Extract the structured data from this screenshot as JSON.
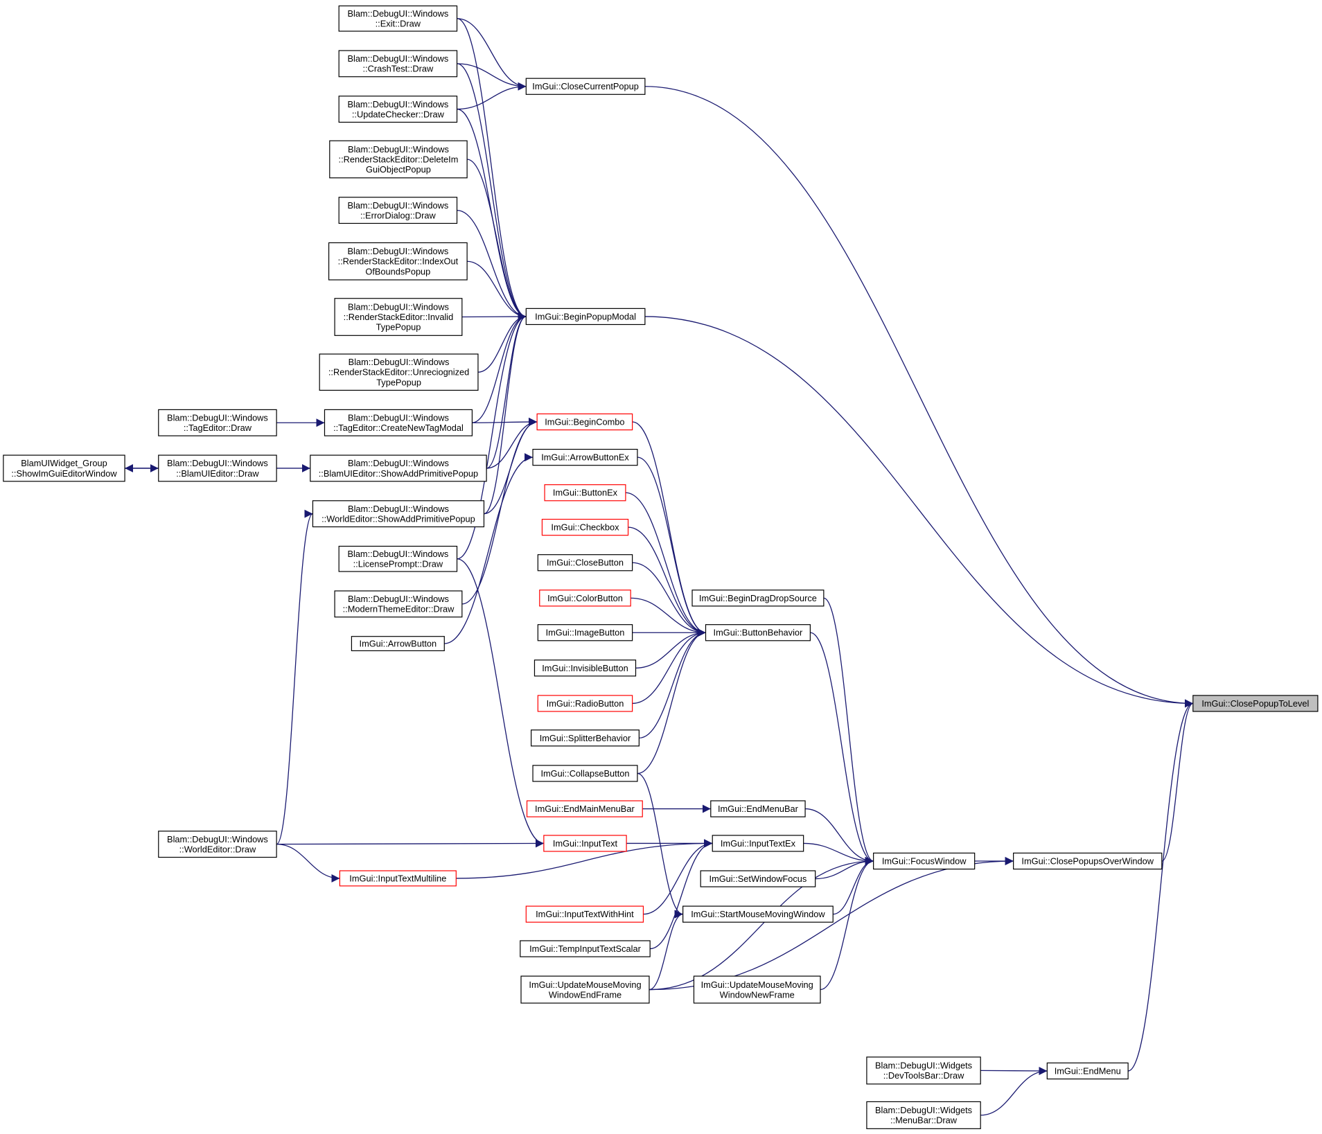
{
  "colors": {
    "edge": "#191970",
    "node_border": "#000000",
    "node_border_truncated": "#ff0000",
    "target_fill": "#bfbfbf",
    "background": "#ffffff"
  },
  "nodes": [
    {
      "id": "exit",
      "lines": [
        "Blam::DebugUI::Windows",
        "::Exit::Draw"
      ],
      "interactable": true
    },
    {
      "id": "crashtest",
      "lines": [
        "Blam::DebugUI::Windows",
        "::CrashTest::Draw"
      ],
      "interactable": true
    },
    {
      "id": "updatechecker",
      "lines": [
        "Blam::DebugUI::Windows",
        "::UpdateChecker::Draw"
      ],
      "interactable": true
    },
    {
      "id": "deleteimgui",
      "lines": [
        "Blam::DebugUI::Windows",
        "::RenderStackEditor::DeleteIm",
        "GuiObjectPopup"
      ],
      "interactable": true
    },
    {
      "id": "errordialog",
      "lines": [
        "Blam::DebugUI::Windows",
        "::ErrorDialog::Draw"
      ],
      "interactable": true
    },
    {
      "id": "indexout",
      "lines": [
        "Blam::DebugUI::Windows",
        "::RenderStackEditor::IndexOut",
        "OfBoundsPopup"
      ],
      "interactable": true
    },
    {
      "id": "invalidtype",
      "lines": [
        "Blam::DebugUI::Windows",
        "::RenderStackEditor::Invalid",
        "TypePopup"
      ],
      "interactable": true
    },
    {
      "id": "unrecognized",
      "lines": [
        "Blam::DebugUI::Windows",
        "::RenderStackEditor::Unreciognized",
        "TypePopup"
      ],
      "interactable": true
    },
    {
      "id": "tageditor",
      "lines": [
        "Blam::DebugUI::Windows",
        "::TagEditor::Draw"
      ],
      "interactable": true
    },
    {
      "id": "createnewtag",
      "lines": [
        "Blam::DebugUI::Windows",
        "::TagEditor::CreateNewTagModal"
      ],
      "interactable": true
    },
    {
      "id": "blamuiwidget",
      "lines": [
        "BlamUIWidget_Group",
        "::ShowImGuiEditorWindow"
      ],
      "interactable": true
    },
    {
      "id": "blamuieditor",
      "lines": [
        "Blam::DebugUI::Windows",
        "::BlamUIEditor::Draw"
      ],
      "interactable": true
    },
    {
      "id": "blamuiaddprim",
      "lines": [
        "Blam::DebugUI::Windows",
        "::BlamUIEditor::ShowAddPrimitivePopup"
      ],
      "interactable": true
    },
    {
      "id": "worldaddprim",
      "lines": [
        "Blam::DebugUI::Windows",
        "::WorldEditor::ShowAddPrimitivePopup"
      ],
      "interactable": true
    },
    {
      "id": "licenseprompt",
      "lines": [
        "Blam::DebugUI::Windows",
        "::LicensePrompt::Draw"
      ],
      "interactable": true
    },
    {
      "id": "moderntheme",
      "lines": [
        "Blam::DebugUI::Windows",
        "::ModernThemeEditor::Draw"
      ],
      "interactable": true
    },
    {
      "id": "arrowbutton",
      "lines": [
        "ImGui::ArrowButton"
      ],
      "interactable": true
    },
    {
      "id": "worldeditor",
      "lines": [
        "Blam::DebugUI::Windows",
        "::WorldEditor::Draw"
      ],
      "interactable": true
    },
    {
      "id": "inputtextmultiline",
      "lines": [
        "ImGui::InputTextMultiline"
      ],
      "truncated": true,
      "interactable": true
    },
    {
      "id": "closecurrentpopup",
      "lines": [
        "ImGui::CloseCurrentPopup"
      ],
      "interactable": true
    },
    {
      "id": "beginpopupmodal",
      "lines": [
        "ImGui::BeginPopupModal"
      ],
      "interactable": true
    },
    {
      "id": "begincombo",
      "lines": [
        "ImGui::BeginCombo"
      ],
      "truncated": true,
      "interactable": true
    },
    {
      "id": "arrowbuttonex",
      "lines": [
        "ImGui::ArrowButtonEx"
      ],
      "interactable": true
    },
    {
      "id": "buttonex",
      "lines": [
        "ImGui::ButtonEx"
      ],
      "truncated": true,
      "interactable": true
    },
    {
      "id": "checkbox",
      "lines": [
        "ImGui::Checkbox"
      ],
      "truncated": true,
      "interactable": true
    },
    {
      "id": "closebutton",
      "lines": [
        "ImGui::CloseButton"
      ],
      "interactable": true
    },
    {
      "id": "colorbutton",
      "lines": [
        "ImGui::ColorButton"
      ],
      "truncated": true,
      "interactable": true
    },
    {
      "id": "imagebutton",
      "lines": [
        "ImGui::ImageButton"
      ],
      "interactable": true
    },
    {
      "id": "invisiblebutton",
      "lines": [
        "ImGui::InvisibleButton"
      ],
      "interactable": true
    },
    {
      "id": "radiobutton",
      "lines": [
        "ImGui::RadioButton"
      ],
      "truncated": true,
      "interactable": true
    },
    {
      "id": "splitterbehavior",
      "lines": [
        "ImGui::SplitterBehavior"
      ],
      "interactable": true
    },
    {
      "id": "collapsebutton",
      "lines": [
        "ImGui::CollapseButton"
      ],
      "interactable": true
    },
    {
      "id": "endmainmenubar",
      "lines": [
        "ImGui::EndMainMenuBar"
      ],
      "truncated": true,
      "interactable": true
    },
    {
      "id": "inputtext",
      "lines": [
        "ImGui::InputText"
      ],
      "truncated": true,
      "interactable": true
    },
    {
      "id": "inputtextwithhint",
      "lines": [
        "ImGui::InputTextWithHint"
      ],
      "truncated": true,
      "interactable": true
    },
    {
      "id": "tempinputtextscalar",
      "lines": [
        "ImGui::TempInputTextScalar"
      ],
      "interactable": true
    },
    {
      "id": "updatemouseend",
      "lines": [
        "ImGui::UpdateMouseMoving",
        "WindowEndFrame"
      ],
      "interactable": true
    },
    {
      "id": "begindragdrop",
      "lines": [
        "ImGui::BeginDragDropSource"
      ],
      "interactable": true
    },
    {
      "id": "buttonbehavior",
      "lines": [
        "ImGui::ButtonBehavior"
      ],
      "interactable": true
    },
    {
      "id": "endmenubar",
      "lines": [
        "ImGui::EndMenuBar"
      ],
      "interactable": true
    },
    {
      "id": "inputtextex",
      "lines": [
        "ImGui::InputTextEx"
      ],
      "interactable": true
    },
    {
      "id": "setwindowfocus",
      "lines": [
        "ImGui::SetWindowFocus"
      ],
      "interactable": true
    },
    {
      "id": "startmousemoving",
      "lines": [
        "ImGui::StartMouseMovingWindow"
      ],
      "interactable": true
    },
    {
      "id": "updatemousenew",
      "lines": [
        "ImGui::UpdateMouseMoving",
        "WindowNewFrame"
      ],
      "interactable": true
    },
    {
      "id": "focuswindow",
      "lines": [
        "ImGui::FocusWindow"
      ],
      "interactable": true
    },
    {
      "id": "closepopupsover",
      "lines": [
        "ImGui::ClosePopupsOverWindow"
      ],
      "interactable": true
    },
    {
      "id": "devtoolsbar",
      "lines": [
        "Blam::DebugUI::Widgets",
        "::DevToolsBar::Draw"
      ],
      "interactable": true
    },
    {
      "id": "menubar",
      "lines": [
        "Blam::DebugUI::Widgets",
        "::MenuBar::Draw"
      ],
      "interactable": true
    },
    {
      "id": "endmenu",
      "lines": [
        "ImGui::EndMenu"
      ],
      "interactable": true
    },
    {
      "id": "closepopuptolevel",
      "lines": [
        "ImGui::ClosePopupToLevel"
      ],
      "target": true,
      "interactable": false
    }
  ],
  "edges": [
    [
      "exit",
      "closecurrentpopup"
    ],
    [
      "exit",
      "beginpopupmodal"
    ],
    [
      "crashtest",
      "closecurrentpopup"
    ],
    [
      "crashtest",
      "beginpopupmodal"
    ],
    [
      "updatechecker",
      "closecurrentpopup"
    ],
    [
      "updatechecker",
      "beginpopupmodal"
    ],
    [
      "deleteimgui",
      "beginpopupmodal"
    ],
    [
      "errordialog",
      "beginpopupmodal"
    ],
    [
      "indexout",
      "beginpopupmodal"
    ],
    [
      "invalidtype",
      "beginpopupmodal"
    ],
    [
      "unrecognized",
      "beginpopupmodal"
    ],
    [
      "createnewtag",
      "beginpopupmodal"
    ],
    [
      "createnewtag",
      "begincombo"
    ],
    [
      "tageditor",
      "createnewtag"
    ],
    [
      "blamuiwidget",
      "blamuieditor"
    ],
    [
      "blamuieditor",
      "blamuiwidget"
    ],
    [
      "blamuieditor",
      "blamuiaddprim"
    ],
    [
      "blamuiaddprim",
      "beginpopupmodal"
    ],
    [
      "blamuiaddprim",
      "begincombo"
    ],
    [
      "worldaddprim",
      "beginpopupmodal"
    ],
    [
      "worldaddprim",
      "begincombo"
    ],
    [
      "licenseprompt",
      "beginpopupmodal"
    ],
    [
      "licenseprompt",
      "inputtext"
    ],
    [
      "moderntheme",
      "begincombo"
    ],
    [
      "arrowbutton",
      "arrowbuttonex"
    ],
    [
      "worldeditor",
      "worldaddprim"
    ],
    [
      "worldeditor",
      "inputtext"
    ],
    [
      "worldeditor",
      "inputtextmultiline"
    ],
    [
      "inputtextmultiline",
      "inputtextex"
    ],
    [
      "closecurrentpopup",
      "closepopuptolevel"
    ],
    [
      "beginpopupmodal",
      "closepopuptolevel"
    ],
    [
      "begincombo",
      "buttonbehavior"
    ],
    [
      "arrowbuttonex",
      "buttonbehavior"
    ],
    [
      "buttonex",
      "buttonbehavior"
    ],
    [
      "checkbox",
      "buttonbehavior"
    ],
    [
      "closebutton",
      "buttonbehavior"
    ],
    [
      "colorbutton",
      "buttonbehavior"
    ],
    [
      "imagebutton",
      "buttonbehavior"
    ],
    [
      "invisiblebutton",
      "buttonbehavior"
    ],
    [
      "radiobutton",
      "buttonbehavior"
    ],
    [
      "splitterbehavior",
      "buttonbehavior"
    ],
    [
      "collapsebutton",
      "buttonbehavior"
    ],
    [
      "collapsebutton",
      "startmousemoving"
    ],
    [
      "endmainmenubar",
      "endmenubar"
    ],
    [
      "inputtext",
      "inputtextex"
    ],
    [
      "inputtextwithhint",
      "inputtextex"
    ],
    [
      "tempinputtextscalar",
      "inputtextex"
    ],
    [
      "updatemouseend",
      "startmousemoving"
    ],
    [
      "updatemouseend",
      "focuswindow"
    ],
    [
      "updatemouseend",
      "closepopupsover"
    ],
    [
      "begindragdrop",
      "focuswindow"
    ],
    [
      "buttonbehavior",
      "focuswindow"
    ],
    [
      "endmenubar",
      "focuswindow"
    ],
    [
      "inputtextex",
      "focuswindow"
    ],
    [
      "setwindowfocus",
      "focuswindow"
    ],
    [
      "startmousemoving",
      "focuswindow"
    ],
    [
      "updatemousenew",
      "focuswindow"
    ],
    [
      "focuswindow",
      "closepopupsover"
    ],
    [
      "closepopupsover",
      "closepopuptolevel"
    ],
    [
      "devtoolsbar",
      "endmenu"
    ],
    [
      "menubar",
      "endmenu"
    ],
    [
      "endmenu",
      "closepopuptolevel"
    ]
  ]
}
